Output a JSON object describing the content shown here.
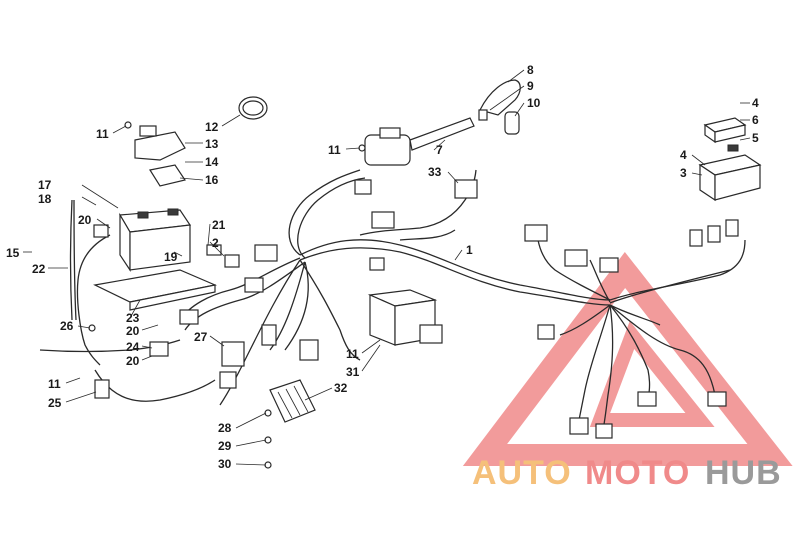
{
  "callouts": [
    {
      "id": "c11a",
      "text": "11"
    },
    {
      "id": "c13",
      "text": "13"
    },
    {
      "id": "c12",
      "text": "12"
    },
    {
      "id": "c14",
      "text": "14"
    },
    {
      "id": "c16",
      "text": "16"
    },
    {
      "id": "c17",
      "text": "17"
    },
    {
      "id": "c18",
      "text": "18"
    },
    {
      "id": "c20a",
      "text": "20"
    },
    {
      "id": "c21",
      "text": "21"
    },
    {
      "id": "c2",
      "text": "2"
    },
    {
      "id": "c19",
      "text": "19"
    },
    {
      "id": "c15",
      "text": "15"
    },
    {
      "id": "c22",
      "text": "22"
    },
    {
      "id": "c23",
      "text": "23"
    },
    {
      "id": "c26",
      "text": "26"
    },
    {
      "id": "c20b",
      "text": "20"
    },
    {
      "id": "c24",
      "text": "24"
    },
    {
      "id": "c20c",
      "text": "20"
    },
    {
      "id": "c27",
      "text": "27"
    },
    {
      "id": "c11b",
      "text": "11"
    },
    {
      "id": "c25",
      "text": "25"
    },
    {
      "id": "c28",
      "text": "28"
    },
    {
      "id": "c29",
      "text": "29"
    },
    {
      "id": "c30",
      "text": "30"
    },
    {
      "id": "c32",
      "text": "32"
    },
    {
      "id": "c11c",
      "text": "11"
    },
    {
      "id": "c31",
      "text": "31"
    },
    {
      "id": "c11d",
      "text": "11"
    },
    {
      "id": "c7",
      "text": "7"
    },
    {
      "id": "c33",
      "text": "33"
    },
    {
      "id": "c8",
      "text": "8"
    },
    {
      "id": "c9",
      "text": "9"
    },
    {
      "id": "c10",
      "text": "10"
    },
    {
      "id": "c1",
      "text": "1"
    },
    {
      "id": "c4a",
      "text": "4"
    },
    {
      "id": "c6",
      "text": "6"
    },
    {
      "id": "c5",
      "text": "5"
    },
    {
      "id": "c4b",
      "text": "4"
    },
    {
      "id": "c3",
      "text": "3"
    }
  ],
  "watermark": {
    "part1": "AUTO",
    "part2": "MOTO",
    "part3": "HUB",
    "color_orange": "#f5c07a",
    "color_red": "#f08a8a",
    "color_gray": "#9a9a9a"
  }
}
